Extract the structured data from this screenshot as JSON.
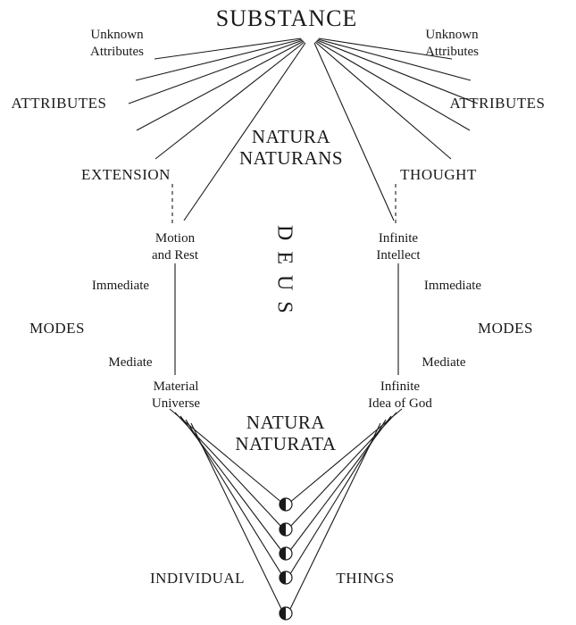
{
  "diagram": {
    "substance": "SUBSTANCE",
    "natura_naturans": {
      "line1": "NATURA",
      "line2": "NATURANS"
    },
    "deus": "DEUS",
    "natura_naturata": {
      "line1": "NATURA",
      "line2": "NATURATA"
    },
    "individual": "INDIVIDUAL",
    "things": "THINGS",
    "left": {
      "unknown_attributes": {
        "line1": "Unknown",
        "line2": "Attributes"
      },
      "attributes": "ATTRIBUTES",
      "extension": "EXTENSION",
      "first_mode": {
        "line1": "Motion",
        "line2": "and Rest"
      },
      "immediate": "Immediate",
      "modes": "MODES",
      "mediate": "Mediate",
      "mediate_mode": {
        "line1": "Material",
        "line2": "Universe"
      }
    },
    "right": {
      "unknown_attributes": {
        "line1": "Unknown",
        "line2": "Attributes"
      },
      "attributes": "ATTRIBUTES",
      "thought": "THOUGHT",
      "first_mode": {
        "line1": "Infinite",
        "line2": "Intellect"
      },
      "immediate": "Immediate",
      "modes": "MODES",
      "mediate": "Mediate",
      "mediate_mode": {
        "line1": "Infinite",
        "line2": "Idea of God"
      }
    },
    "colors": {
      "ink": "#1a1a1a",
      "background": "#ffffff"
    }
  }
}
